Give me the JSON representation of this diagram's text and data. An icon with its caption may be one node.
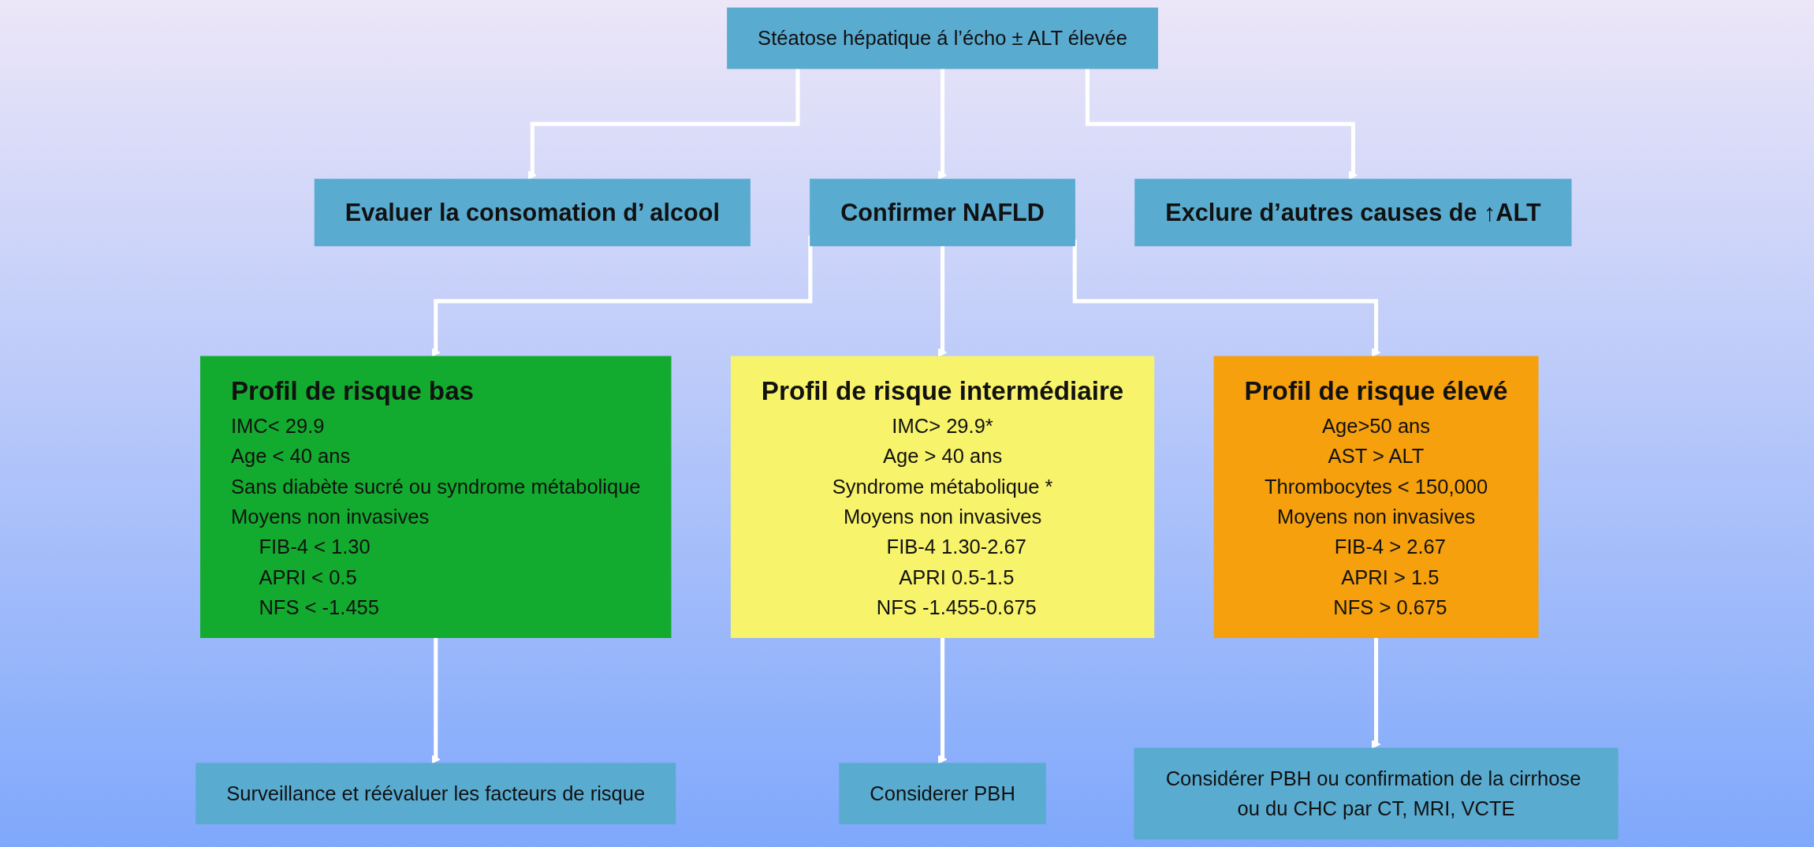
{
  "diagram": {
    "nodes": [
      {
        "text": [
          "Stéatose hépatique á l’écho ± ALT élevée"
        ]
      },
      {
        "text": [
          "Evaluer la consomation  d’ alcool"
        ]
      },
      {
        "text": [
          "Confirmer  NAFLD"
        ]
      },
      {
        "text": [
          "Exclure d’autres causes de ↑ALT"
        ]
      },
      {
        "text": [
          "Profil de risque  bas",
          "IMC< 29.9",
          "Age < 40 ans",
          "Sans diabète sucré  ou syndrome métabolique",
          "Moyens non invasives",
          "FIB-4 < 1.30",
          "APRI < 0.5",
          "NFS < -1.455"
        ]
      },
      {
        "text": [
          "Profil  de risque intermédiaire",
          "IMC> 29.9*",
          "Age > 40 ans",
          "Syndrome métabolique *",
          "Moyens non invasives",
          "FIB-4 1.30-2.67",
          "APRI 0.5-1.5",
          "NFS -1.455-0.675"
        ]
      },
      {
        "text": [
          "Profil de risque élevé",
          "Age>50 ans",
          "AST  > ALT",
          "Thrombocytes < 150,000",
          "Moyens non invasives",
          "FIB-4 > 2.67",
          "APRI > 1.5",
          "NFS > 0.675"
        ]
      },
      {
        "text": [
          "Surveillance et réévaluer les facteurs de risque"
        ]
      },
      {
        "text": [
          "Considerer  PBH"
        ]
      },
      {
        "text": [
          "Considérer PBH ou confirmation de la cirrhose ou du CHC par CT, MRI, VCTE"
        ]
      }
    ],
    "edges": [
      {
        "from": 0,
        "to": 1,
        "arrow": "to"
      },
      {
        "from": 0,
        "to": 2,
        "arrow": "to"
      },
      {
        "from": 0,
        "to": 3,
        "arrow": "to"
      },
      {
        "from": 2,
        "to": 4,
        "arrow": "to"
      },
      {
        "from": 2,
        "to": 5,
        "arrow": "to"
      },
      {
        "from": 2,
        "to": 6,
        "arrow": "to"
      },
      {
        "from": 4,
        "to": 7,
        "arrow": "to"
      },
      {
        "from": 5,
        "to": 8,
        "arrow": "to"
      },
      {
        "from": 6,
        "to": 9,
        "arrow": "to"
      }
    ]
  }
}
